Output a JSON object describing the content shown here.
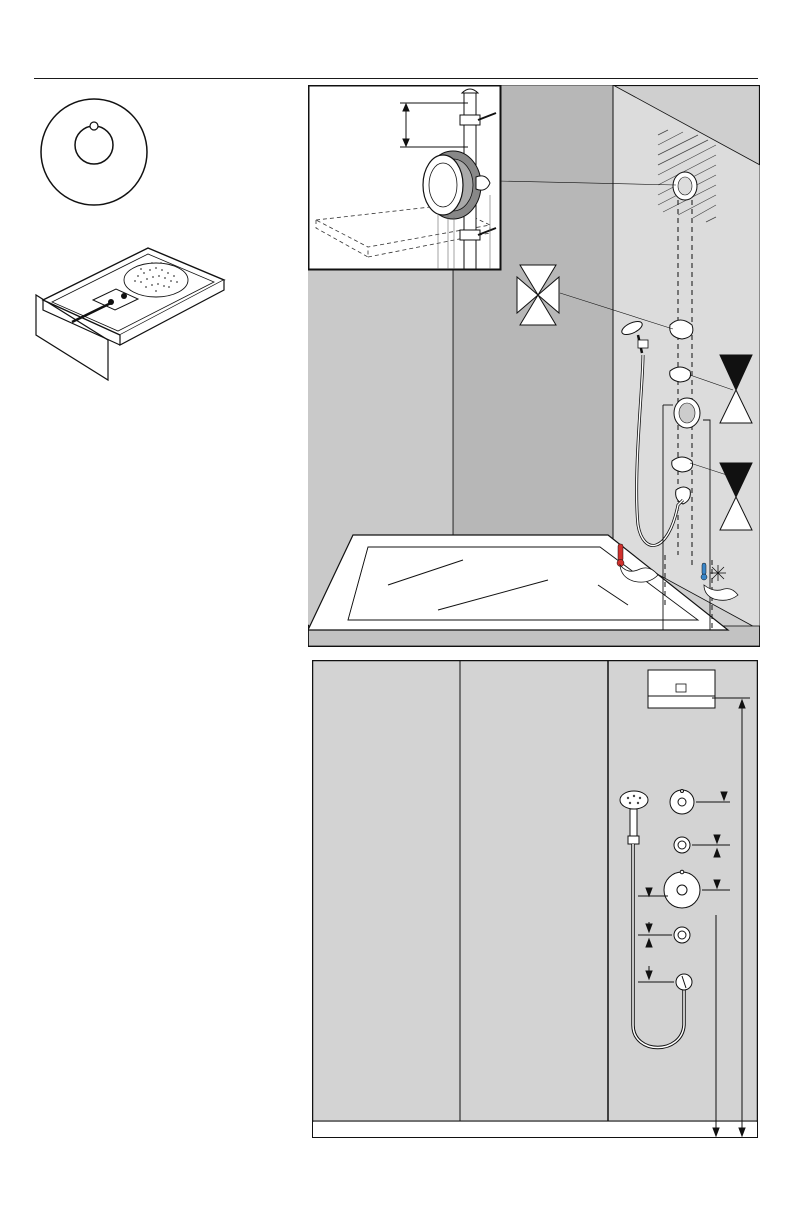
{
  "page": {
    "background": "#ffffff",
    "line_color": "#1a1a1a",
    "panel_gray": "#d3d3d3",
    "wall_dark": "#b4b4b4",
    "wall_light": "#dcdcdc"
  },
  "header": {
    "divider": "header-rule"
  },
  "thumbnails": {
    "trim_plate": {
      "icon": "round-trim-plate-icon"
    },
    "overhead_shower": {
      "icon": "rectangular-rain-shower-icon"
    }
  },
  "installation_scene": {
    "inset": {
      "icon": "rough-in-valve-detail-icon"
    },
    "elements": [
      "shower-wall-corner",
      "bathtub",
      "hand-shower-with-hose",
      "thermostatic-module",
      "stop-valves",
      "wall-outlet"
    ],
    "status_colors": {
      "hot": "#d0312d",
      "cold": "#3a86c8",
      "marker": "#111111"
    }
  },
  "dimension_panel": {
    "columns": 3,
    "icons": [
      "overhead-shower-front-icon",
      "hand-shower-icon",
      "trim-plate-icon",
      "stop-valve-icon",
      "outlet-icon"
    ]
  }
}
